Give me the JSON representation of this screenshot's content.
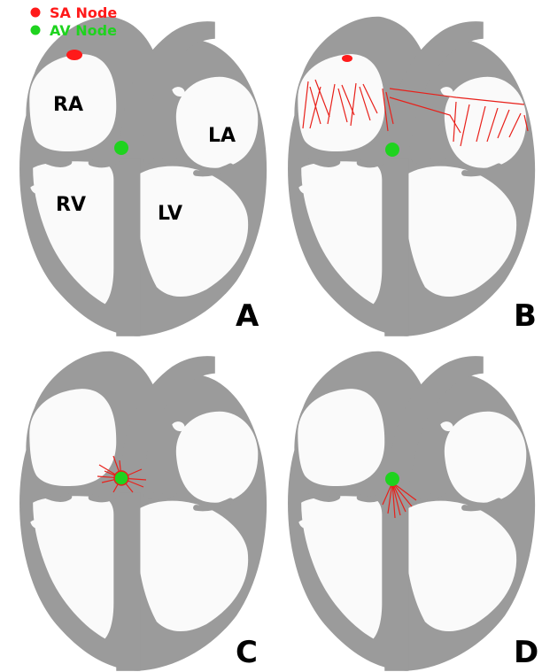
{
  "legend": {
    "items": [
      {
        "label": "SA Node",
        "color": "#ff1a1a"
      },
      {
        "label": "AV Node",
        "color": "#1fd31f"
      }
    ]
  },
  "chambers": {
    "ra": "RA",
    "la": "LA",
    "rv": "RV",
    "lv": "LV"
  },
  "panels": [
    {
      "letter": "A",
      "stage": "sa-node-fires"
    },
    {
      "letter": "B",
      "stage": "atrial-depolarization"
    },
    {
      "letter": "C",
      "stage": "av-node-delay"
    },
    {
      "letter": "D",
      "stage": "bundle-of-his"
    }
  ],
  "colors": {
    "tissue": "#9b9b9b",
    "background": "#fafafa",
    "impulse": "#e8201a",
    "sa_node": "#ff1a1a",
    "av_node": "#1fd31f"
  }
}
